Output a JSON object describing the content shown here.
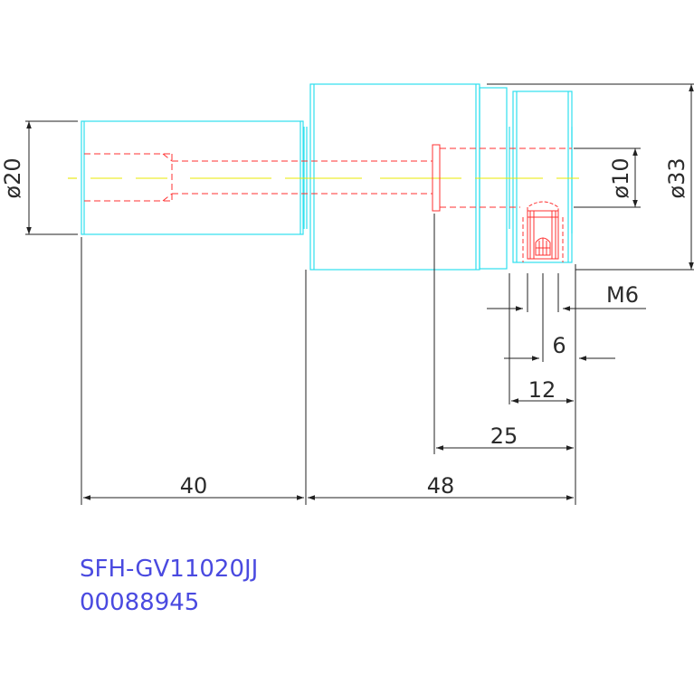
{
  "drawing": {
    "part_number": "SFH-GV11020JJ",
    "code": "00088945",
    "colors": {
      "outline": "#2ee0ee",
      "hidden": "#ff3030",
      "centerline": "#e8e800",
      "dimension": "#222222",
      "label": "#4a4ae0"
    }
  },
  "dimensions": {
    "dia20": "ø20",
    "dia10": "ø10",
    "dia33": "ø33",
    "thread": "M6",
    "d6": "6",
    "d12": "12",
    "d25": "25",
    "d40": "40",
    "d48": "48"
  }
}
